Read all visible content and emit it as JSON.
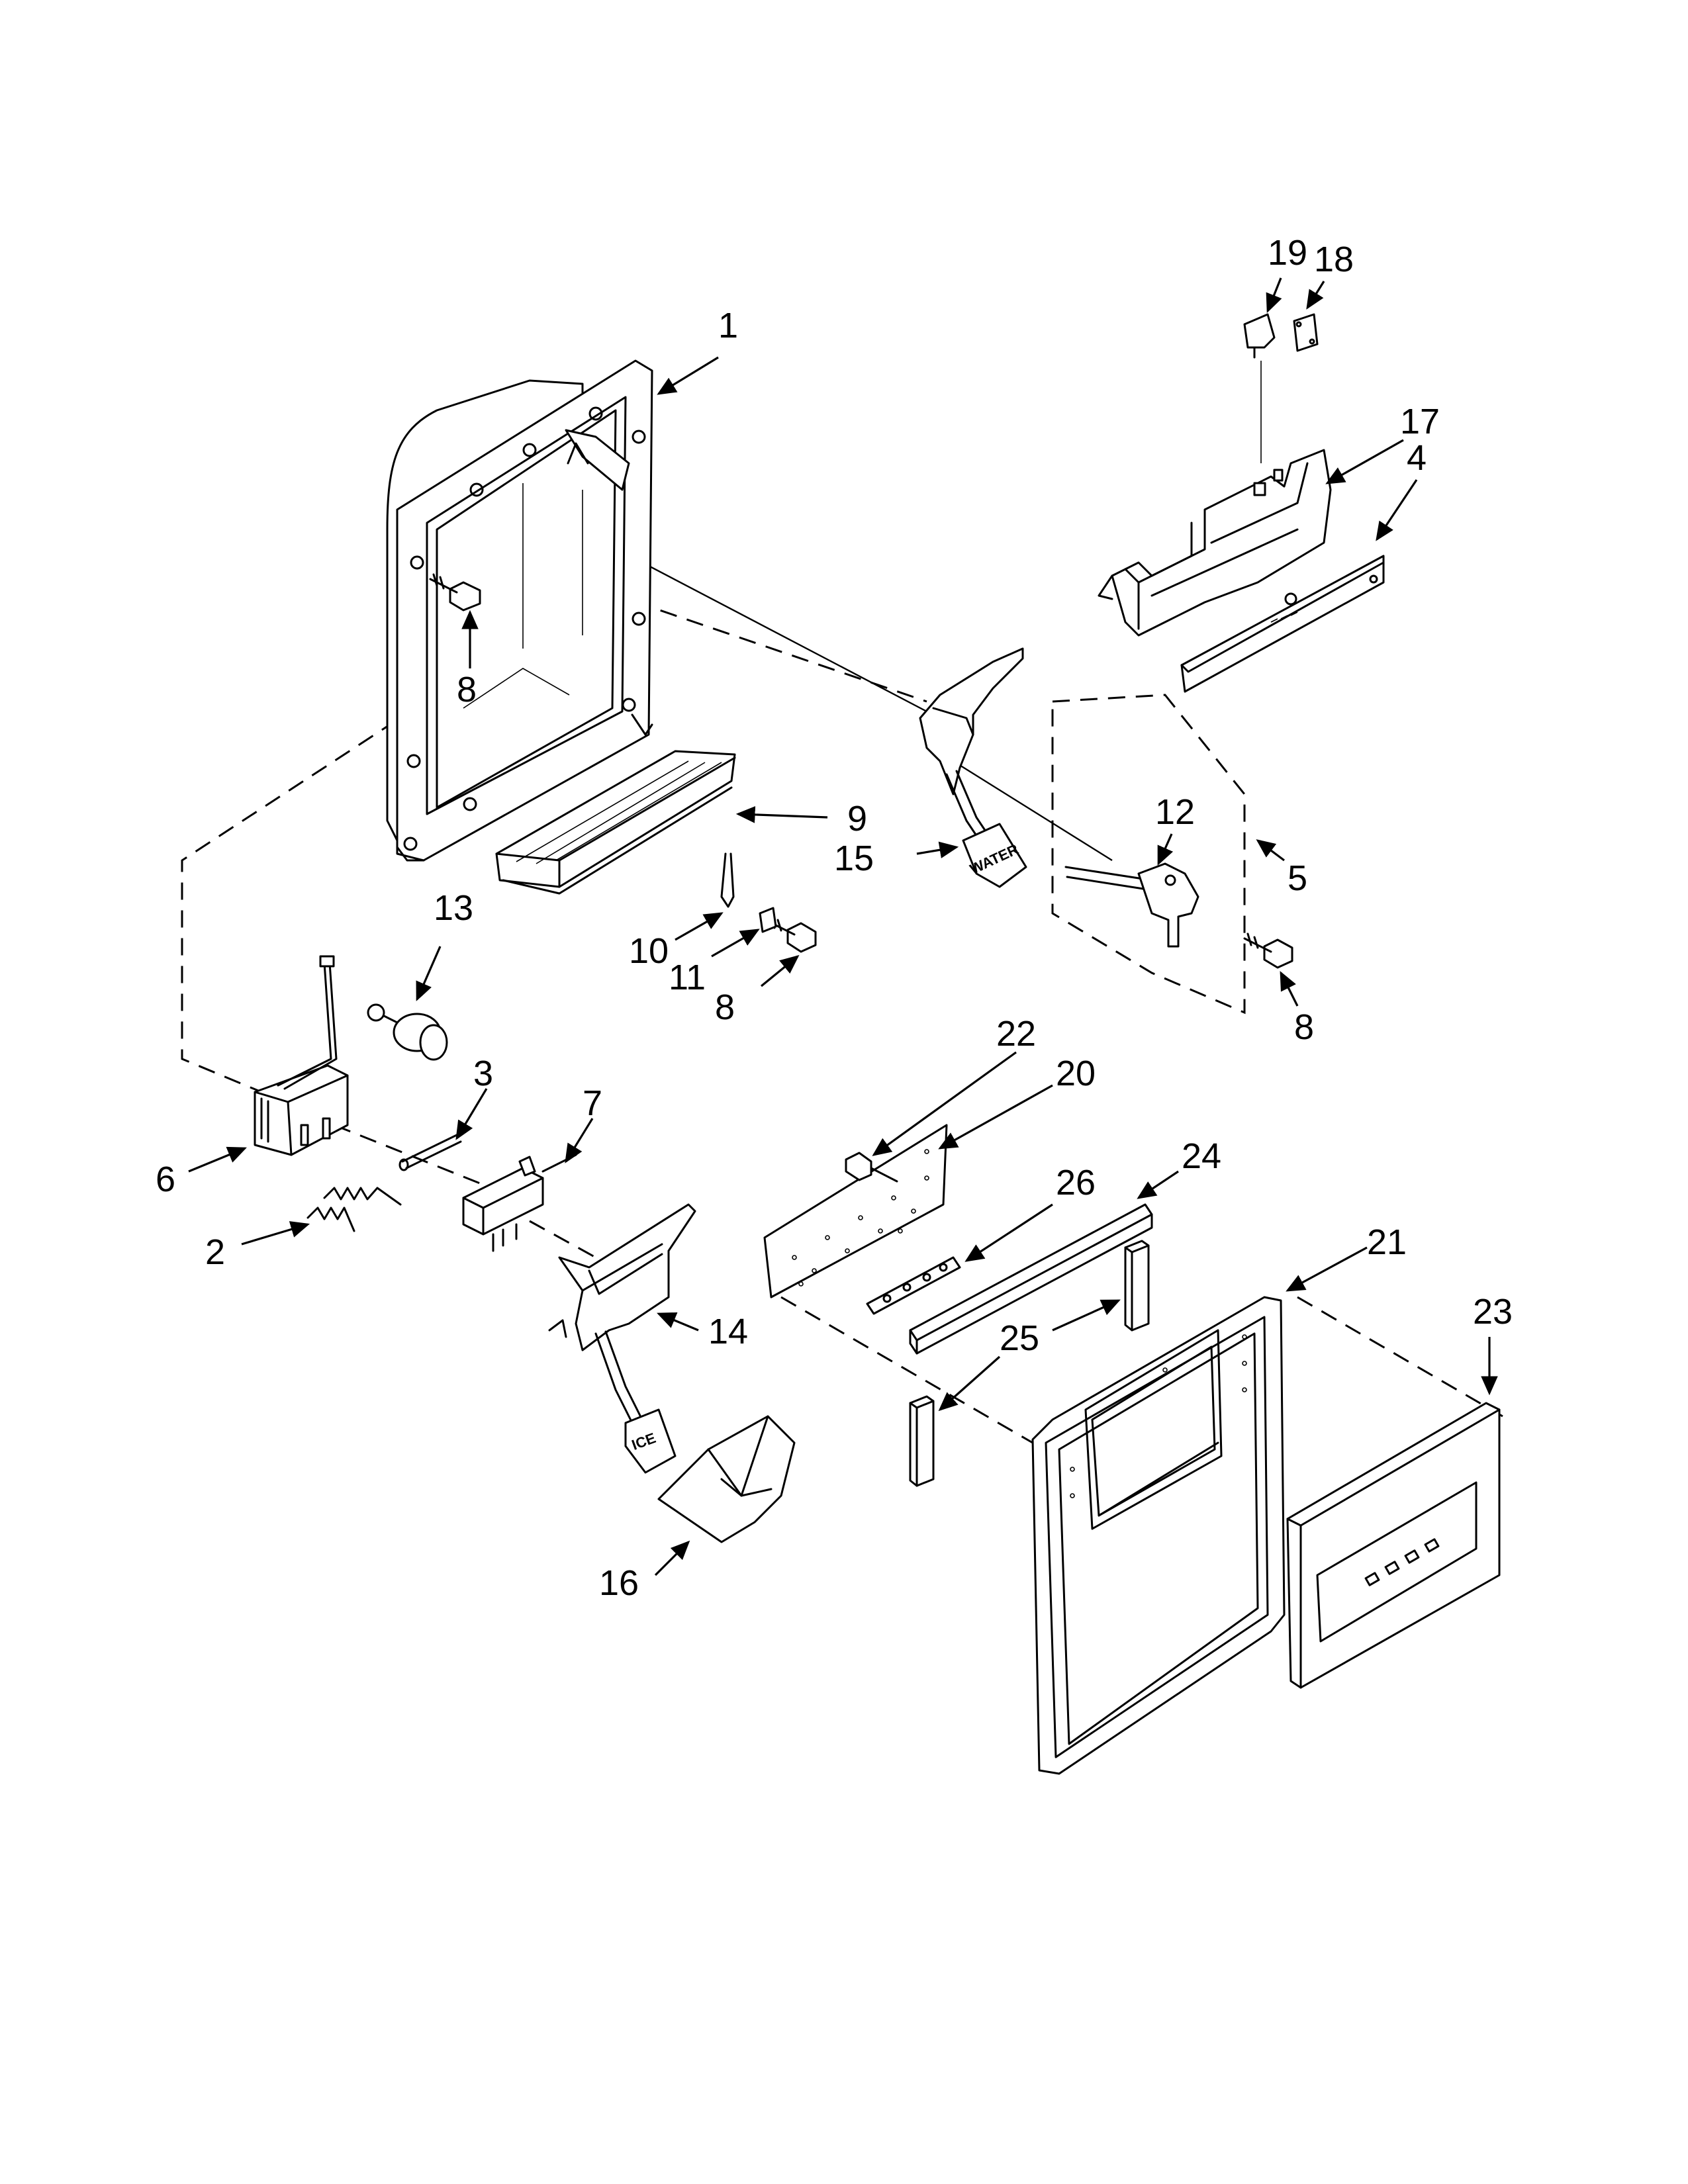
{
  "diagram": {
    "callouts": [
      {
        "id": "c1",
        "label": "1"
      },
      {
        "id": "c2",
        "label": "2"
      },
      {
        "id": "c3",
        "label": "3"
      },
      {
        "id": "c4",
        "label": "4"
      },
      {
        "id": "c5",
        "label": "5"
      },
      {
        "id": "c6",
        "label": "6"
      },
      {
        "id": "c7",
        "label": "7"
      },
      {
        "id": "c8a",
        "label": "8"
      },
      {
        "id": "c8b",
        "label": "8"
      },
      {
        "id": "c8c",
        "label": "8"
      },
      {
        "id": "c9",
        "label": "9"
      },
      {
        "id": "c10",
        "label": "10"
      },
      {
        "id": "c11",
        "label": "11"
      },
      {
        "id": "c12",
        "label": "12"
      },
      {
        "id": "c13",
        "label": "13"
      },
      {
        "id": "c14",
        "label": "14"
      },
      {
        "id": "c15",
        "label": "15"
      },
      {
        "id": "c16",
        "label": "16"
      },
      {
        "id": "c17",
        "label": "17"
      },
      {
        "id": "c18",
        "label": "18"
      },
      {
        "id": "c19",
        "label": "19"
      },
      {
        "id": "c20",
        "label": "20"
      },
      {
        "id": "c21",
        "label": "21"
      },
      {
        "id": "c22",
        "label": "22"
      },
      {
        "id": "c23",
        "label": "23"
      },
      {
        "id": "c24",
        "label": "24"
      },
      {
        "id": "c25",
        "label": "25"
      },
      {
        "id": "c26",
        "label": "26"
      }
    ],
    "part_text": {
      "water_pad": "WATER",
      "ice_pad": "ICE"
    }
  }
}
